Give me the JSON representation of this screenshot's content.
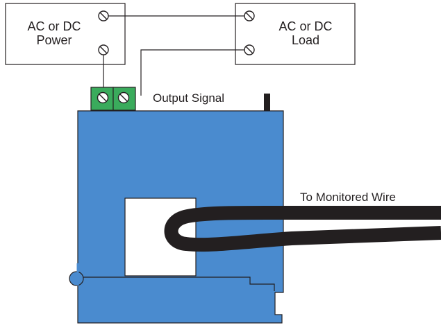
{
  "power_box": {
    "line1": "AC or DC",
    "line2": "Power"
  },
  "load_box": {
    "line1": "AC or DC",
    "line2": "Load"
  },
  "output_signal_label": "Output Signal",
  "monitored_wire_label": "To Monitored Wire",
  "colors": {
    "sensor_body": "#4a8bcf",
    "terminal_block": "#3aab5c",
    "wire": "#231f20",
    "outline": "#231f20",
    "background": "#ffffff"
  }
}
